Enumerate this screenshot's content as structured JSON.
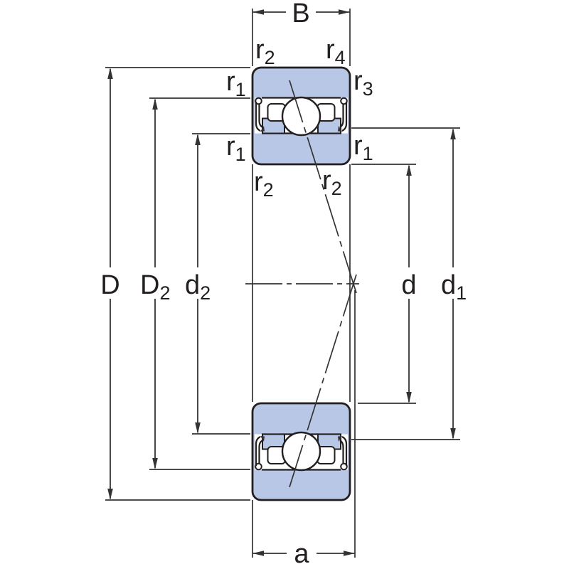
{
  "diagram": {
    "colors": {
      "bearing_fill": "#b9c7e6",
      "outline": "#231f20",
      "line_color": "#333333",
      "background": "#ffffff"
    },
    "labels": {
      "B": {
        "base": "B",
        "sub": ""
      },
      "a": {
        "base": "a",
        "sub": ""
      },
      "D": {
        "base": "D",
        "sub": ""
      },
      "D2": {
        "base": "D",
        "sub": "2"
      },
      "d2": {
        "base": "d",
        "sub": "2"
      },
      "d": {
        "base": "d",
        "sub": ""
      },
      "d1": {
        "base": "d",
        "sub": "1"
      },
      "r2_top_left": {
        "base": "r",
        "sub": "2"
      },
      "r4_top_right": {
        "base": "r",
        "sub": "4"
      },
      "r1_upper_left": {
        "base": "r",
        "sub": "1"
      },
      "r3_upper_right": {
        "base": "r",
        "sub": "3"
      },
      "r1_mid_left": {
        "base": "r",
        "sub": "1"
      },
      "r1_mid_right": {
        "base": "r",
        "sub": "1"
      },
      "r2_below_left": {
        "base": "r",
        "sub": "2"
      },
      "r2_below_right": {
        "base": "r",
        "sub": "2"
      }
    }
  }
}
